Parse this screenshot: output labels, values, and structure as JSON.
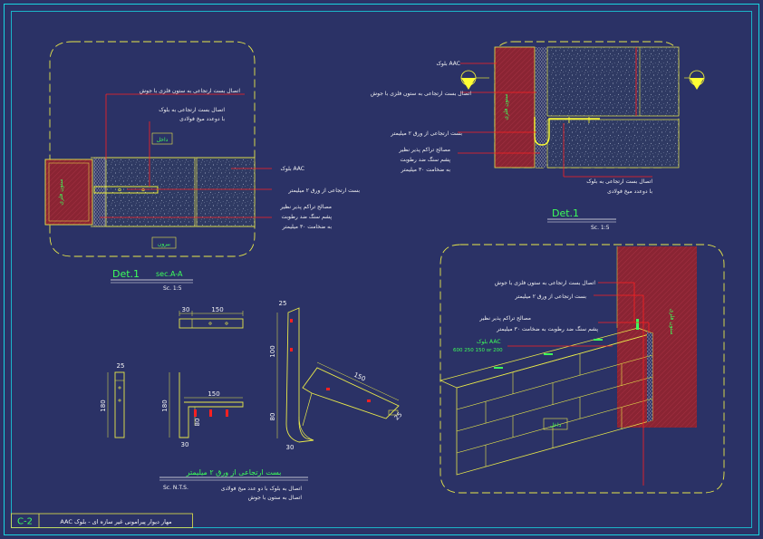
{
  "palette": {
    "background": "#2b3266",
    "border": "#18d4e0",
    "outline": "#e8e84a",
    "callout": "#ff2020",
    "column": "#8a2433",
    "label_green": "#3dff5a",
    "label_white": "#f5f5f5",
    "dim_yellow": "#ffff33"
  },
  "title_block": {
    "sheet_code": "C-2",
    "title": "مهار دیوار پیرامونی غیر سازه ای - بلوک AAC"
  },
  "detail_plan": {
    "column_label": "ستون فلزی",
    "inside_label": "داخل",
    "outside_label": "بیرون",
    "callouts": [
      "اتصال بست ارتجاعی به ستون فلزی با جوش",
      "اتصال بست ارتجاعی به بلوک",
      "با دوعدد میخ فولادی",
      "بلوک AAC",
      "بست ارتجاعی از ورق ۲ میلیمتر",
      "مصالح تراکم پذیر نظیر",
      "پشم سنگ ضد رطوبت",
      "به ضخامت ۳۰ میلیمتر"
    ],
    "title": "Det.1",
    "section": "sec.A-A",
    "scale": "Sc. 1:5"
  },
  "detail_elevation": {
    "column_label": "ستون فلزی",
    "section_marker": "A",
    "callouts": [
      "بلوک AAC",
      "اتصال بست ارتجاعی به ستون فلزی با جوش",
      "بست ارتجاعی از ورق ۲ میلیمتر",
      "مصالح تراکم پذیر نظیر",
      "پشم سنگ ضد رطوبت",
      "به ضخامت ۳۰ میلیمتر",
      "اتصال بست ارتجاعی به بلوک",
      "با دوعدد میخ فولادی"
    ],
    "title": "Det.1",
    "scale": "Sc. 1:5"
  },
  "detail_bracket": {
    "dims": {
      "top_left": "30",
      "top_width": "150",
      "side_top": "25",
      "side_height": "180",
      "front_height": "180",
      "front_width": "150",
      "front_small": "80",
      "front_bottom": "30",
      "iso_top": "25",
      "iso_height_upper": "100",
      "iso_height_lower": "80",
      "iso_bottom": "30",
      "iso_length": "150",
      "iso_end": "25"
    },
    "title": "بست ارتجاعی از ورق ۲ میلیمتر",
    "scale": "Sc. N.T.S.",
    "notes": [
      "اتصال به بلوک با دو عدد میخ فولادی",
      "اتصال به ستون با جوش"
    ]
  },
  "detail_iso": {
    "column_label": "ستون فلزی",
    "inside_label": "داخل",
    "block_label": "بلوک AAC",
    "block_size": "600 250 150 or 200",
    "callouts": [
      "اتصال بست ارتجاعی به ستون فلزی با جوش",
      "بست ارتجاعی از ورق ۲ میلیمتر",
      "مصالح تراکم پذیر نظیر",
      "پشم سنگ ضد رطوبت به ضخامت ۳۰ میلیمتر"
    ]
  }
}
